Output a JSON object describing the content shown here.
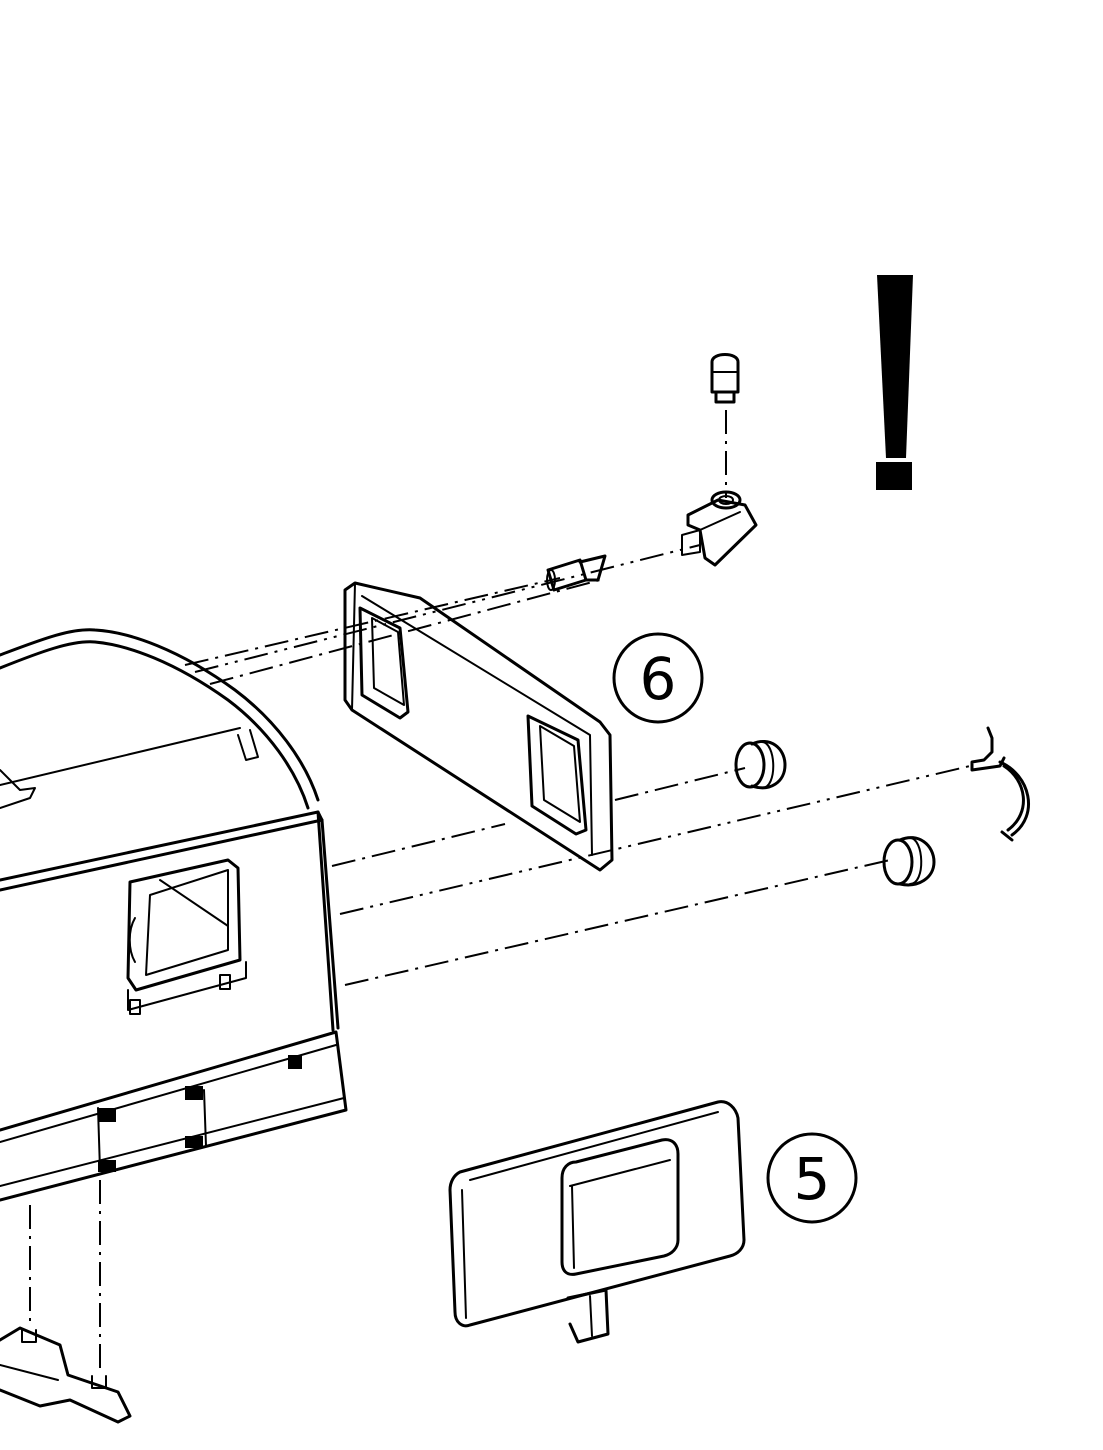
{
  "diagram": {
    "callouts": [
      {
        "id": "callout-6",
        "label": "6"
      },
      {
        "id": "callout-5",
        "label": "5"
      }
    ],
    "warning_symbol": "!",
    "line_color": "#000000",
    "background_color": "#ffffff"
  }
}
